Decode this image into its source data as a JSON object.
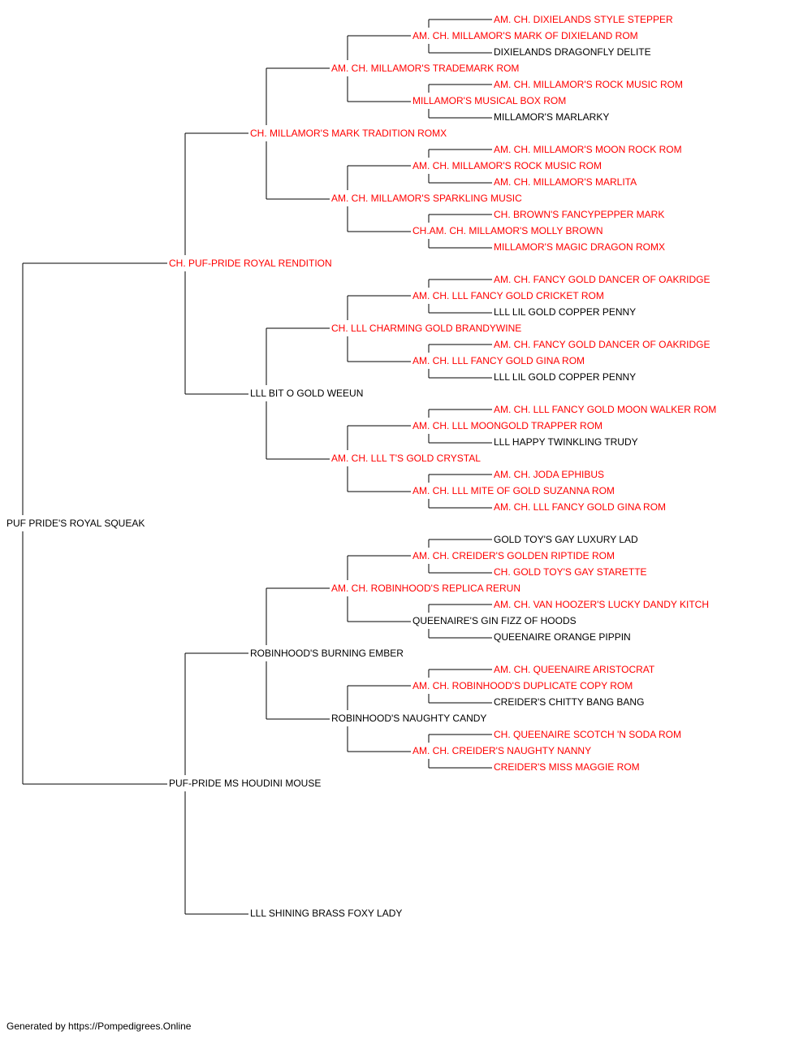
{
  "colors": {
    "champion": "#ff0000",
    "normal": "#000000",
    "line": "#000000"
  },
  "pedigree": {
    "subject": {
      "name": "PUF PRIDE'S ROYAL SQUEAK",
      "titled": false
    },
    "sire": {
      "name": "CH. PUF-PRIDE ROYAL RENDITION",
      "titled": true
    },
    "dam": {
      "name": "PUF-PRIDE MS HOUDINI MOUSE",
      "titled": false
    },
    "sire_sire": {
      "name": "CH. MILLAMOR'S MARK TRADITION ROMX",
      "titled": true
    },
    "sire_dam": {
      "name": "LLL BIT O GOLD WEEUN",
      "titled": false
    },
    "dam_sire": {
      "name": "ROBINHOOD'S BURNING EMBER",
      "titled": false
    },
    "dam_dam": {
      "name": "LLL SHINING BRASS FOXY LADY",
      "titled": false
    },
    "ss_sire": {
      "name": "AM. CH. MILLAMOR'S TRADEMARK ROM",
      "titled": true
    },
    "ss_dam": {
      "name": "AM. CH. MILLAMOR'S SPARKLING MUSIC",
      "titled": true
    },
    "sd_sire": {
      "name": "CH. LLL CHARMING GOLD BRANDYWINE",
      "titled": true
    },
    "sd_dam": {
      "name": "AM. CH. LLL T'S GOLD CRYSTAL",
      "titled": true
    },
    "ds_sire": {
      "name": "AM. CH. ROBINHOOD'S REPLICA RERUN",
      "titled": true
    },
    "ds_dam": {
      "name": "ROBINHOOD'S NAUGHTY CANDY",
      "titled": false
    },
    "g4": [
      {
        "name": "AM. CH. MILLAMOR'S MARK OF DIXIELAND ROM",
        "titled": true
      },
      {
        "name": "MILLAMOR'S MUSICAL BOX ROM",
        "titled": true
      },
      {
        "name": "AM. CH. MILLAMOR'S ROCK MUSIC ROM",
        "titled": true
      },
      {
        "name": "CH.AM. CH. MILLAMOR'S MOLLY BROWN",
        "titled": true
      },
      {
        "name": "AM. CH. LLL FANCY GOLD CRICKET ROM",
        "titled": true
      },
      {
        "name": "AM. CH. LLL FANCY GOLD GINA ROM",
        "titled": true
      },
      {
        "name": "AM. CH. LLL MOONGOLD TRAPPER ROM",
        "titled": true
      },
      {
        "name": "AM. CH. LLL MITE OF GOLD SUZANNA ROM",
        "titled": true
      },
      {
        "name": "AM. CH. CREIDER'S GOLDEN RIPTIDE ROM",
        "titled": true
      },
      {
        "name": "QUEENAIRE'S GIN FIZZ OF HOODS",
        "titled": false
      },
      {
        "name": "AM. CH. ROBINHOOD'S DUPLICATE COPY ROM",
        "titled": true
      },
      {
        "name": "AM. CH. CREIDER'S NAUGHTY NANNY",
        "titled": true
      }
    ],
    "g5": [
      {
        "name": "AM. CH. DIXIELANDS STYLE STEPPER",
        "titled": true
      },
      {
        "name": "DIXIELANDS DRAGONFLY DELITE",
        "titled": false
      },
      {
        "name": "AM. CH. MILLAMOR'S ROCK MUSIC ROM",
        "titled": true
      },
      {
        "name": "MILLAMOR'S MARLARKY",
        "titled": false
      },
      {
        "name": "AM. CH. MILLAMOR'S MOON ROCK ROM",
        "titled": true
      },
      {
        "name": "AM. CH. MILLAMOR'S MARLITA",
        "titled": true
      },
      {
        "name": "CH. BROWN'S FANCYPEPPER MARK",
        "titled": true
      },
      {
        "name": "MILLAMOR'S MAGIC DRAGON ROMX",
        "titled": true
      },
      {
        "name": "AM. CH. FANCY GOLD DANCER OF OAKRIDGE",
        "titled": true
      },
      {
        "name": "LLL LIL GOLD COPPER PENNY",
        "titled": false
      },
      {
        "name": "AM. CH. FANCY GOLD DANCER OF OAKRIDGE",
        "titled": true
      },
      {
        "name": "LLL LIL GOLD COPPER PENNY",
        "titled": false
      },
      {
        "name": "AM. CH. LLL FANCY GOLD MOON WALKER ROM",
        "titled": true
      },
      {
        "name": "LLL HAPPY TWINKLING TRUDY",
        "titled": false
      },
      {
        "name": "AM. CH. JODA EPHIBUS",
        "titled": true
      },
      {
        "name": "AM. CH. LLL FANCY GOLD GINA ROM",
        "titled": true
      },
      {
        "name": "GOLD TOY'S GAY LUXURY LAD",
        "titled": false
      },
      {
        "name": "CH. GOLD TOY'S GAY STARETTE",
        "titled": true
      },
      {
        "name": "AM. CH. VAN HOOZER'S LUCKY DANDY KITCH",
        "titled": true
      },
      {
        "name": "QUEENAIRE ORANGE PIPPIN",
        "titled": false
      },
      {
        "name": "AM. CH. QUEENAIRE ARISTOCRAT",
        "titled": true
      },
      {
        "name": "CREIDER'S CHITTY BANG BANG",
        "titled": false
      },
      {
        "name": "CH. QUEENAIRE SCOTCH 'N SODA ROM",
        "titled": true
      },
      {
        "name": "CREIDER'S MISS MAGGIE ROM",
        "titled": true
      }
    ]
  },
  "footer": "Generated by https://Pompedigrees.Online"
}
